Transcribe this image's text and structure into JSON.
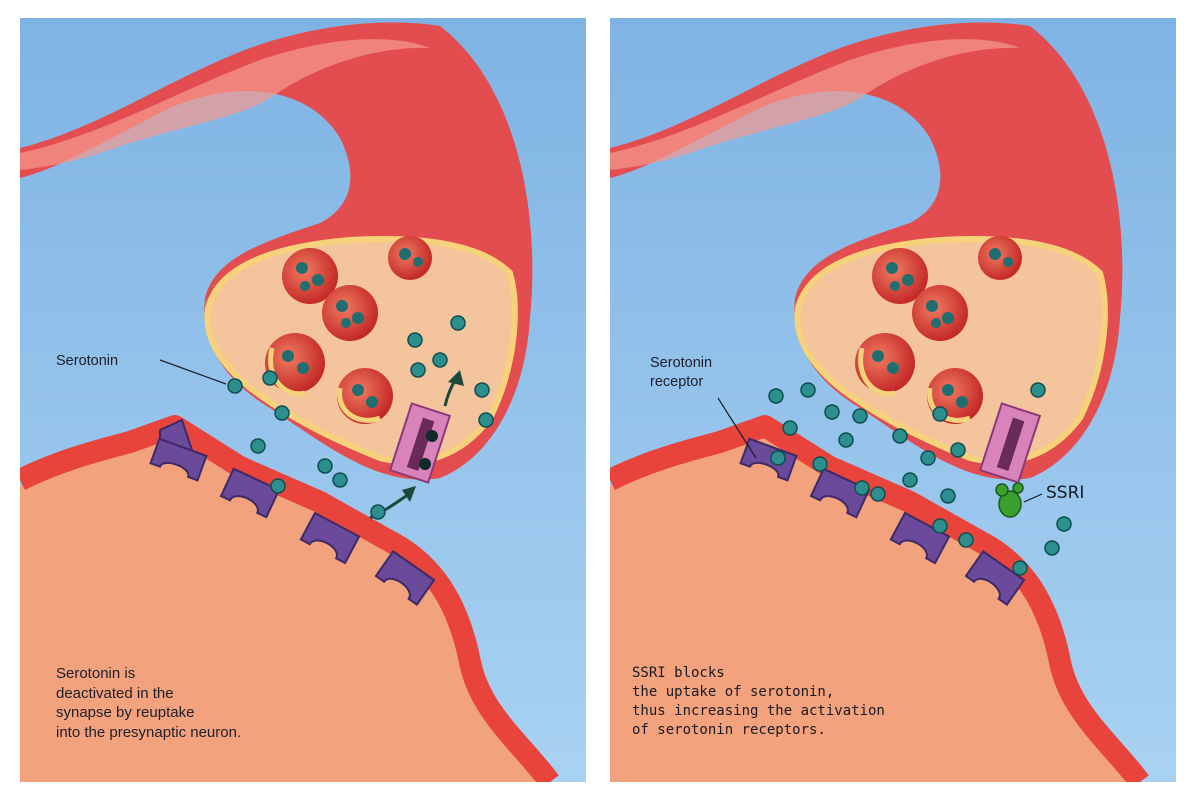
{
  "left_panel": {
    "label": "Serotonin",
    "caption": "Serotonin is\ndeactivated in the\nsynapse by reuptake\ninto the presynaptic neuron."
  },
  "right_panel": {
    "receptor_label": "Serotonin\nreceptor",
    "ssri_label": "SSRI",
    "caption": "SSRI blocks\nthe uptake of serotonin,\nthus increasing the activation\nof serotonin receptors."
  },
  "colors": {
    "background": "#8fbfe8",
    "neuron": "#e8585a",
    "neuron_interior": "#f4c8a0",
    "postsynaptic_cell": "#f2a07a",
    "membrane": "#e8443c",
    "receptor": "#6a4a9a",
    "serotonin": "#2a8a8a",
    "transporter": "#d87ab8",
    "ssri": "#2f9a2a"
  }
}
